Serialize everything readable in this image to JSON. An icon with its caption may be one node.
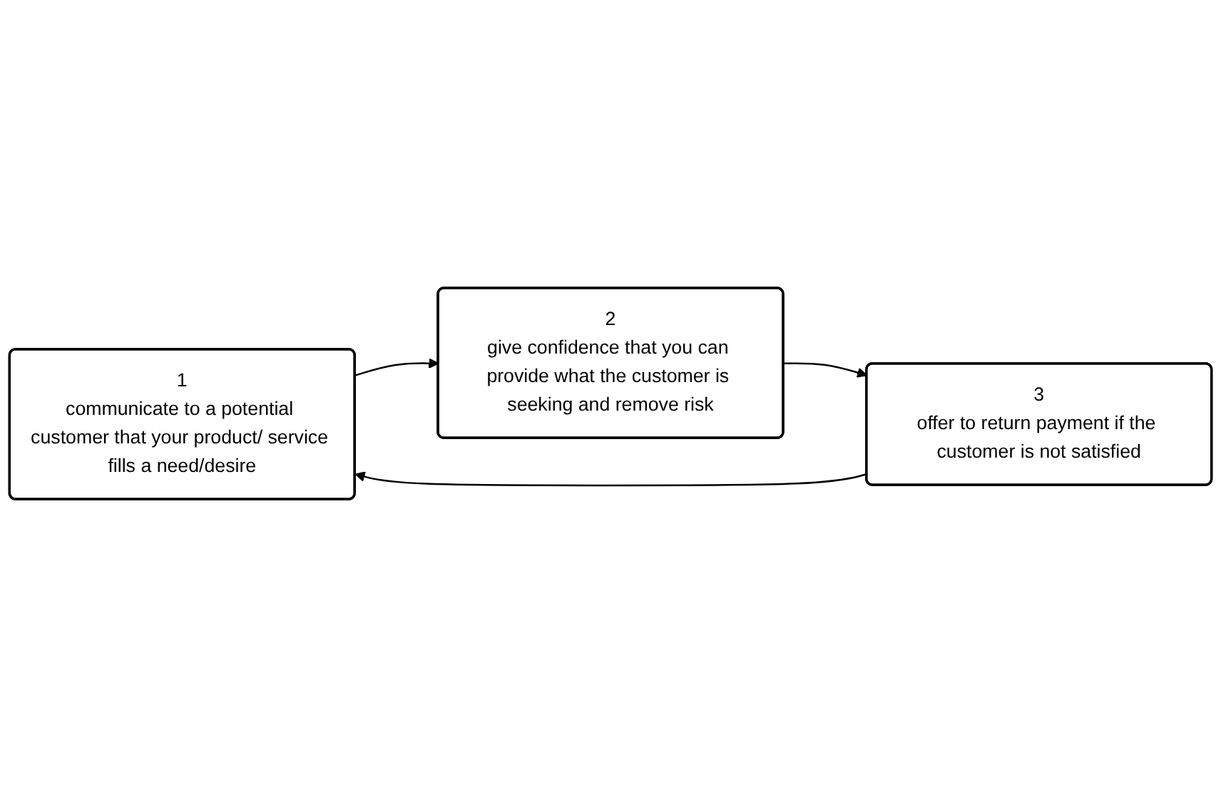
{
  "diagram": {
    "nodes": [
      {
        "text": [
          "1",
          "communicate to a potential customer that your product/ service fills a need/desire"
        ]
      },
      {
        "text": [
          "2",
          "give confidence that you can provide what the customer is seeking and remove risk"
        ]
      },
      {
        "text": [
          "3",
          "offer to return payment if the customer is not satisfied"
        ]
      }
    ],
    "edges": [
      {
        "from": 0,
        "to": 1,
        "arrow": "to"
      },
      {
        "from": 1,
        "to": 2,
        "arrow": "to"
      },
      {
        "from": 2,
        "to": 0,
        "arrow": "to"
      }
    ]
  }
}
